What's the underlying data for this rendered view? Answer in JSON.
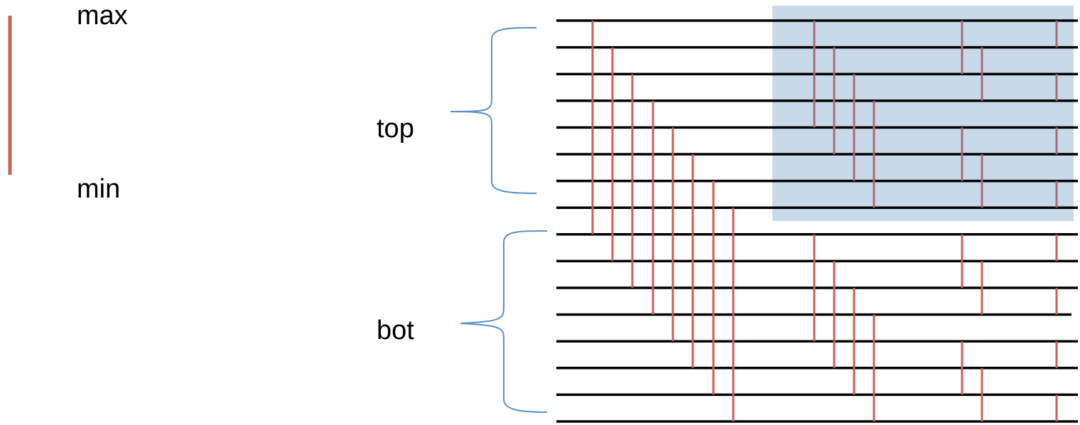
{
  "legend": {
    "max_label": "max",
    "min_label": "min",
    "comparator_color": "#c9605a"
  },
  "groups": [
    {
      "key": "top",
      "label": "top",
      "wires": [
        0,
        1,
        2,
        3,
        4,
        5,
        6,
        7
      ]
    },
    {
      "key": "bot",
      "label": "bot",
      "wires": [
        8,
        9,
        10,
        11,
        12,
        13,
        14,
        15
      ]
    }
  ],
  "network": {
    "wire_count": 16,
    "wire_color": "#000000",
    "bracket_color": "#5b8fc7",
    "highlight_color": "#c8daea",
    "highlight_region": {
      "wires_from": 0,
      "wires_to": 7,
      "columns_from": 8,
      "columns_to": 16
    },
    "comparators": [
      {
        "col": 0,
        "from": 0,
        "to": 8
      },
      {
        "col": 1,
        "from": 1,
        "to": 9
      },
      {
        "col": 2,
        "from": 2,
        "to": 10
      },
      {
        "col": 3,
        "from": 3,
        "to": 11
      },
      {
        "col": 4,
        "from": 4,
        "to": 12
      },
      {
        "col": 5,
        "from": 5,
        "to": 13
      },
      {
        "col": 6,
        "from": 6,
        "to": 14
      },
      {
        "col": 7,
        "from": 7,
        "to": 15
      },
      {
        "col": 8,
        "from": 0,
        "to": 4
      },
      {
        "col": 9,
        "from": 1,
        "to": 5
      },
      {
        "col": 10,
        "from": 2,
        "to": 6
      },
      {
        "col": 11,
        "from": 3,
        "to": 7
      },
      {
        "col": 12,
        "from": 0,
        "to": 2
      },
      {
        "col": 12,
        "from": 4,
        "to": 6
      },
      {
        "col": 13,
        "from": 1,
        "to": 3
      },
      {
        "col": 13,
        "from": 5,
        "to": 7
      },
      {
        "col": 14,
        "from": 0,
        "to": 1
      },
      {
        "col": 14,
        "from": 2,
        "to": 3
      },
      {
        "col": 14,
        "from": 4,
        "to": 5
      },
      {
        "col": 14,
        "from": 6,
        "to": 7
      },
      {
        "col": 8,
        "from": 8,
        "to": 12
      },
      {
        "col": 9,
        "from": 9,
        "to": 13
      },
      {
        "col": 10,
        "from": 10,
        "to": 14
      },
      {
        "col": 11,
        "from": 11,
        "to": 15
      },
      {
        "col": 12,
        "from": 8,
        "to": 10
      },
      {
        "col": 12,
        "from": 12,
        "to": 14
      },
      {
        "col": 13,
        "from": 9,
        "to": 11
      },
      {
        "col": 13,
        "from": 13,
        "to": 15
      },
      {
        "col": 14,
        "from": 8,
        "to": 9
      },
      {
        "col": 14,
        "from": 10,
        "to": 11
      },
      {
        "col": 14,
        "from": 12,
        "to": 13
      },
      {
        "col": 14,
        "from": 14,
        "to": 15
      }
    ]
  }
}
